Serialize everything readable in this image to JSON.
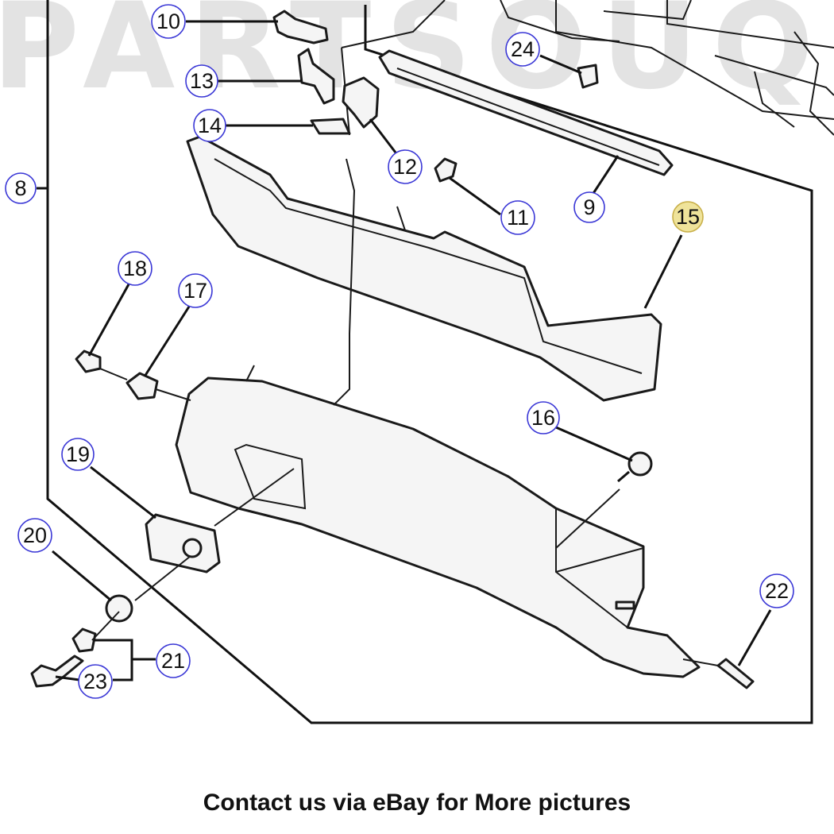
{
  "watermark": "PARTSOUQ",
  "caption": "Contact us via eBay for More pictures",
  "callouts": [
    {
      "id": "10",
      "label": "10"
    },
    {
      "id": "13",
      "label": "13"
    },
    {
      "id": "14",
      "label": "14"
    },
    {
      "id": "12",
      "label": "12"
    },
    {
      "id": "24",
      "label": "24"
    },
    {
      "id": "8",
      "label": "8"
    },
    {
      "id": "11",
      "label": "11"
    },
    {
      "id": "9",
      "label": "9"
    },
    {
      "id": "15",
      "label": "15",
      "highlighted": true
    },
    {
      "id": "18",
      "label": "18"
    },
    {
      "id": "17",
      "label": "17"
    },
    {
      "id": "16",
      "label": "16"
    },
    {
      "id": "19",
      "label": "19"
    },
    {
      "id": "20",
      "label": "20"
    },
    {
      "id": "22",
      "label": "22"
    },
    {
      "id": "21",
      "label": "21"
    },
    {
      "id": "23",
      "label": "23"
    }
  ],
  "colors": {
    "callout_stroke": "#3a37d6",
    "highlight_fill": "#efe39a",
    "line": "#1a1a1a"
  }
}
